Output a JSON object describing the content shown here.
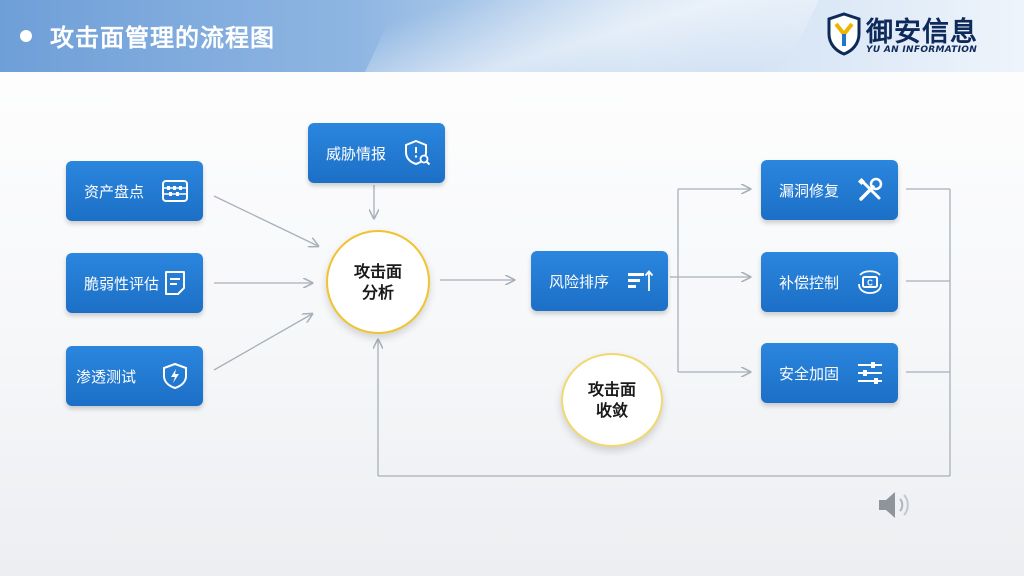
{
  "header": {
    "title": "攻击面管理的流程图",
    "logo_text": "御安信息",
    "logo_subtext": "YU AN INFORMATION"
  },
  "diagram": {
    "inputs": [
      {
        "label": "资产盘点",
        "icon": "abacus-icon"
      },
      {
        "label": "脆弱性评估",
        "icon": "document-icon"
      },
      {
        "label": "渗透测试",
        "icon": "shield-bolt-icon"
      }
    ],
    "threat_intel": {
      "label": "威胁情报",
      "icon": "shield-search-icon"
    },
    "analysis": {
      "line1": "攻击面",
      "line2": "分析"
    },
    "risk": {
      "label": "风险排序",
      "icon": "sort-bars-icon"
    },
    "convergence": {
      "line1": "攻击面",
      "line2": "收敛"
    },
    "outputs": [
      {
        "label": "漏洞修复",
        "icon": "wrench-screwdriver-icon"
      },
      {
        "label": "补偿控制",
        "icon": "monitor-control-icon"
      },
      {
        "label": "安全加固",
        "icon": "sliders-icon"
      }
    ]
  },
  "colors": {
    "box": "#1f75d0",
    "circle_border": "#f0c330",
    "connector": "#a8b0bb"
  }
}
